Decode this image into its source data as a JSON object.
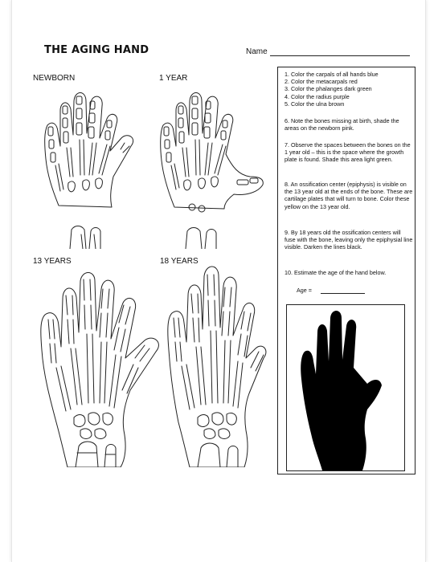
{
  "title": "THE AGING HAND",
  "name_label": "Name",
  "hands": {
    "newborn": "NEWBORN",
    "one_year": "1 YEAR",
    "thirteen": "13 YEARS",
    "eighteen": "18 YEARS"
  },
  "instructions": {
    "list": [
      "1.  Color the carpals of all hands blue",
      "2.  Color the metacarpals red",
      "3.  Color the phalanges dark green",
      "4.  Color the radius purple",
      "5.  Color the ulna brown"
    ],
    "p6": "6.  Note the bones missing at birth, shade the areas on the newborn pink.",
    "p7": "7. Observe the spaces between the bones on the 1 year old – this is the space where the growth plate is found. Shade this area light green.",
    "p8": "8.  An ossification center (epiphysis) is visible on the 13 year old at the ends of the bone.  These are cartilage plates that will turn to bone.  Color these yellow on the 13 year old.",
    "p9": "9.  By 18 years old the ossification centers will fuse with the bone, leaving only the epiphysial line visible.  Darken the lines black.",
    "p10": "10.  Estimate the age of the hand below.",
    "age_label": "Age ="
  }
}
